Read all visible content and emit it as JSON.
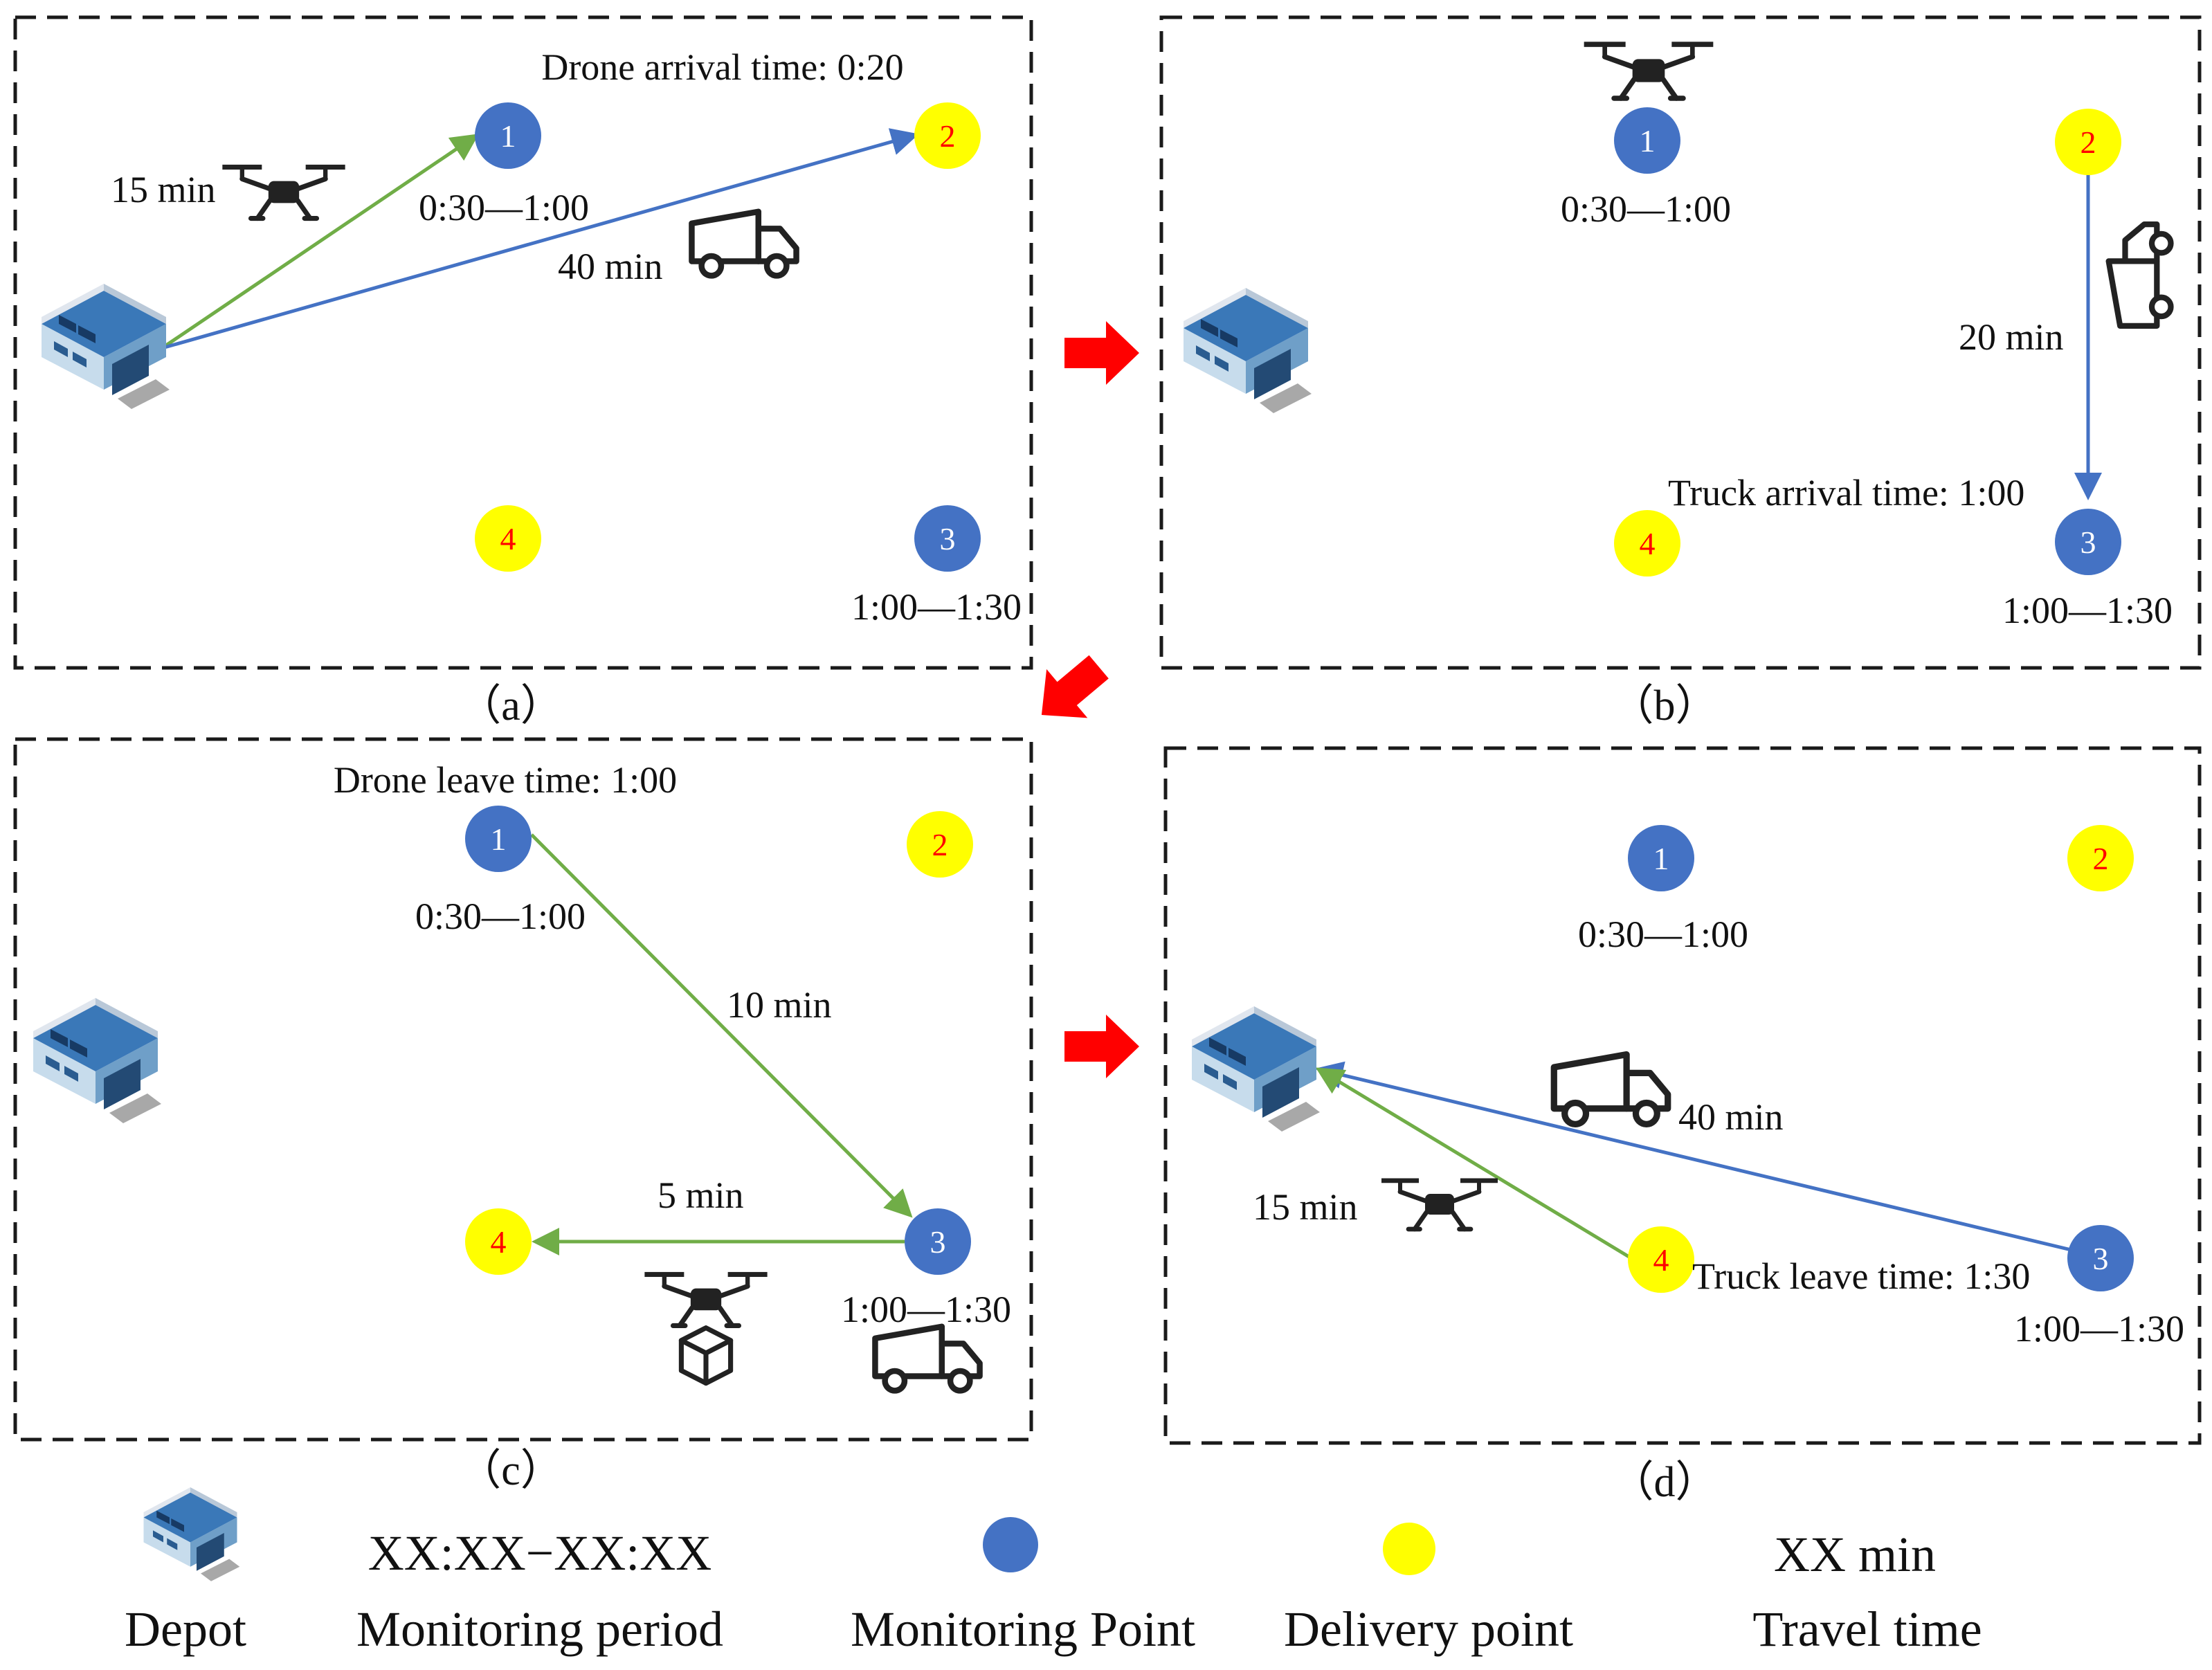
{
  "colors": {
    "monitoring": "#4472c4",
    "delivery": "#ffff00",
    "drone_route": "#70ad47",
    "truck_route": "#4472c4",
    "step_arrow": "#ff0000",
    "node_number_delivery": "#ff0000",
    "node_number_monitoring": "#ffffff"
  },
  "icons": [
    "depot-icon",
    "drone-icon",
    "truck-icon",
    "drone-package-icon",
    "arrow-icon"
  ],
  "nodes": {
    "n1": "1",
    "n2": "2",
    "n3": "3",
    "n4": "4"
  },
  "panels": {
    "a": {
      "caption": "（a）",
      "event": "Drone arrival time: 0:20",
      "drone_time": "15 min",
      "truck_time": "40 min",
      "period_1": "0:30—1:00",
      "period_3": "1:00—1:30"
    },
    "b": {
      "caption": "（b）",
      "event": "Truck arrival time: 1:00",
      "truck_time": "20 min",
      "period_1": "0:30—1:00",
      "period_3": "1:00—1:30"
    },
    "c": {
      "caption": "（c）",
      "event": "Drone leave time: 1:00",
      "drone_time_1": "10 min",
      "drone_time_2": "5 min",
      "period_1": "0:30—1:00",
      "period_3": "1:00—1:30"
    },
    "d": {
      "caption": "（d）",
      "event": "Truck leave time: 1:30",
      "truck_time": "40 min",
      "drone_time": "15 min",
      "period_1": "0:30—1:00",
      "period_3": "1:00—1:30"
    }
  },
  "legend": {
    "depot": "Depot",
    "period_sample": "XX:XX−XX:XX",
    "period": "Monitoring period",
    "monitoring": "Monitoring Point",
    "delivery": "Delivery point",
    "time_sample": "XX min",
    "time": "Travel time"
  }
}
